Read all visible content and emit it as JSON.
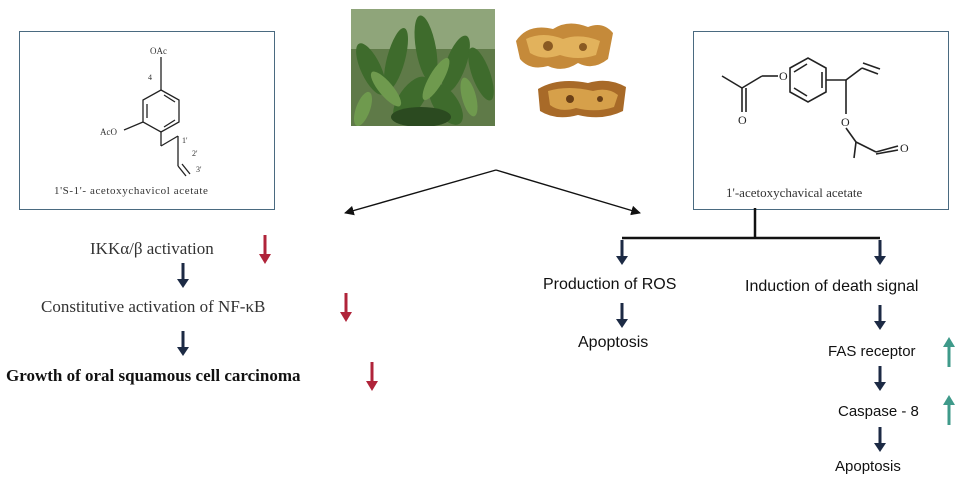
{
  "left_structure": {
    "caption": "1'S-1'- acetoxychavicol acetate",
    "labels": {
      "oac": "OAc",
      "aco": "AcO",
      "pos4": "4",
      "pos1p": "1'",
      "pos2p": "2'",
      "pos3p": "3'"
    }
  },
  "right_structure": {
    "caption": "1'-acetoxychavical acetate"
  },
  "left_pathway": {
    "step1": "IKKα/β activation",
    "step2": "Constitutive activation of NF-κB",
    "step3": "Growth of oral squamous cell carcinoma"
  },
  "right_pathway": {
    "ros": "Production of ROS",
    "ros_apoptosis": "Apoptosis",
    "death": "Induction of death signal",
    "fas": "FAS receptor",
    "caspase": "Caspase - 8",
    "death_apoptosis": "Apoptosis"
  },
  "colors": {
    "down_arrow": "#b0243a",
    "up_arrow": "#3f9a8a",
    "flow_arrow": "#1c2a44",
    "box_border": "#4a6a80"
  }
}
